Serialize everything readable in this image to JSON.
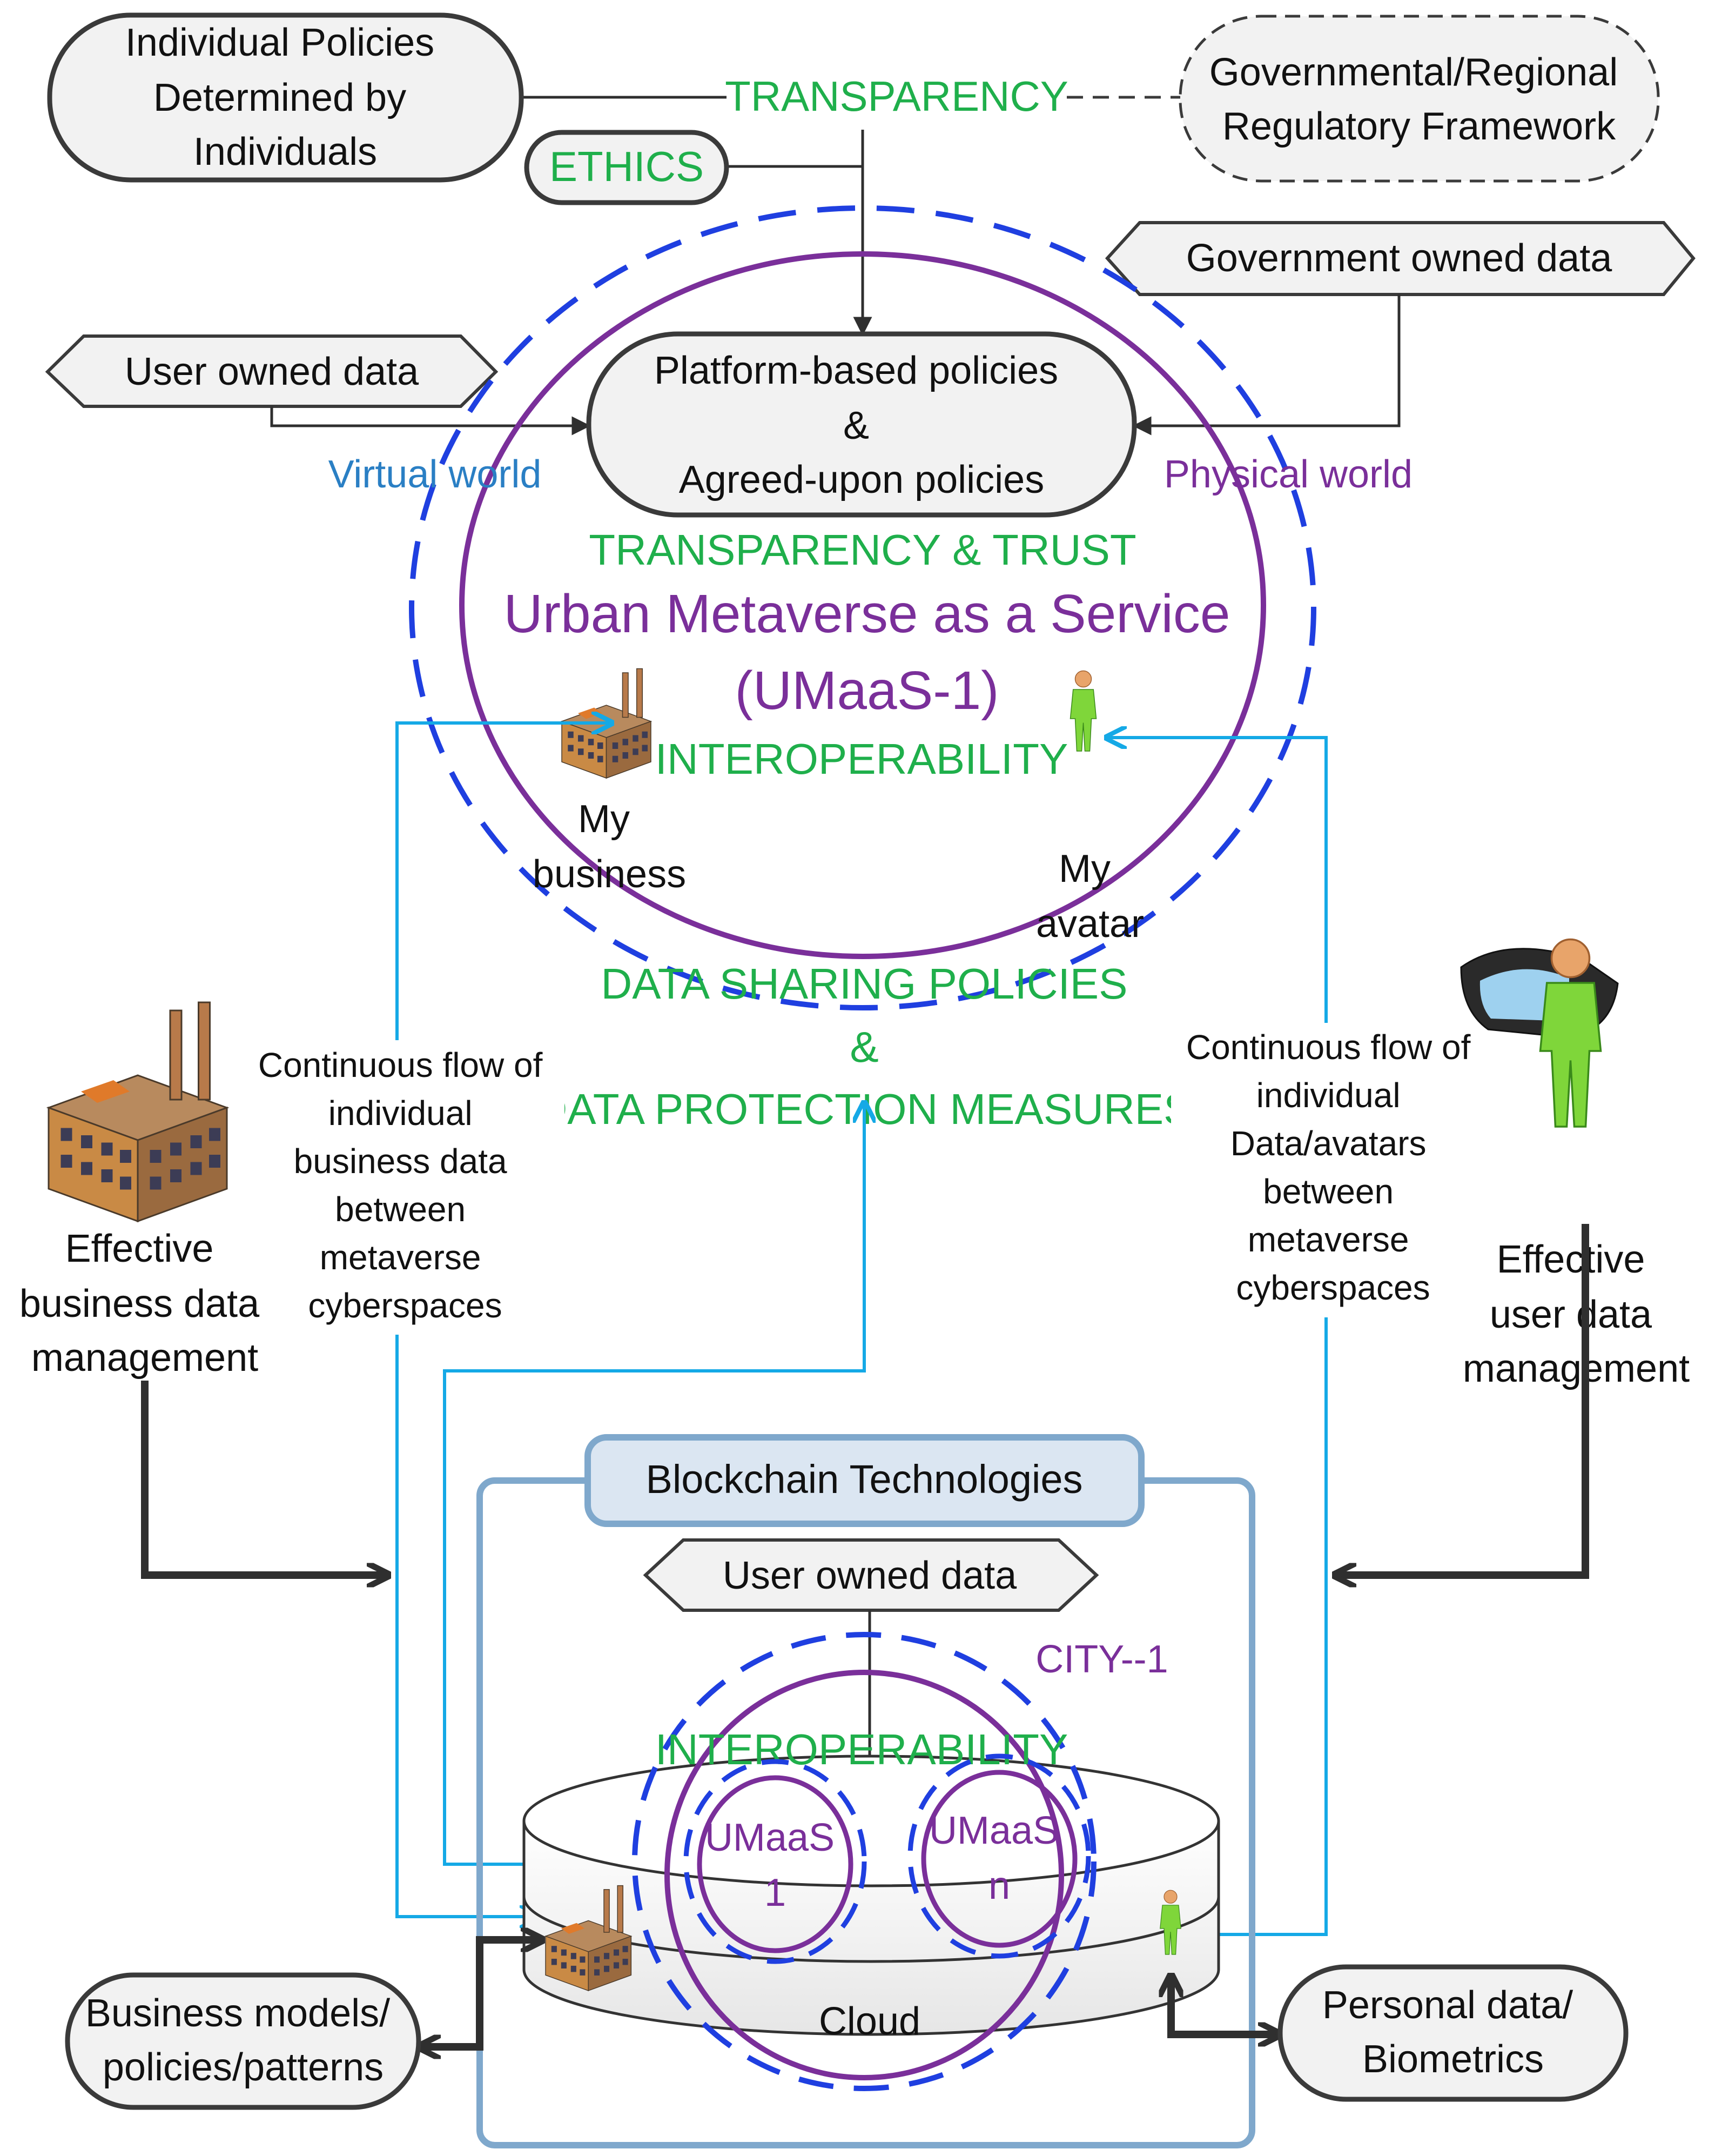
{
  "top": {
    "individual_policies": [
      "Individual Policies",
      "Determined by",
      "Individuals"
    ],
    "transparency": "TRANSPARENCY",
    "regulatory": [
      "Governmental/Regional",
      "Regulatory Framework"
    ],
    "ethics": "ETHICS",
    "government_data": "Government owned data",
    "user_data": "User owned data"
  },
  "center": {
    "platform_policies": [
      "Platform-based policies",
      "&",
      "Agreed-upon policies"
    ],
    "virtual_world": "Virtual world",
    "physical_world": "Physical world",
    "transparency_trust": "TRANSPARENCY & TRUST",
    "umaas_title": "Urban Metaverse as a Service",
    "umaas_id": "(UMaaS-1)",
    "interoperability": "INTEROPERABILITY",
    "my_business": [
      "My",
      "business"
    ],
    "my_avatar": [
      "My",
      "avatar"
    ],
    "data_sharing": "DATA SHARING POLICIES",
    "amp": "&",
    "data_protection": "DATA PROTECTION MEASURES"
  },
  "left": {
    "flow_label": [
      "Continuous flow of",
      "individual",
      "business data",
      "between",
      "metaverse",
      "cyberspaces"
    ],
    "effective_business": [
      "Effective",
      "business data",
      "management"
    ]
  },
  "right": {
    "flow_label": [
      "Continuous flow of",
      "individual",
      "Data/avatars",
      "between",
      "metaverse",
      "cyberspaces"
    ],
    "effective_user": [
      "Effective",
      "user data",
      "management"
    ]
  },
  "bottom": {
    "blockchain": "Blockchain Technologies",
    "user_data": "User owned data",
    "city": "CITY--1",
    "interoperability": "INTEROPERABILITY",
    "umaas1": [
      "UMaaS",
      "1"
    ],
    "umaasn": [
      "UMaaS",
      "n"
    ],
    "cloud": "Cloud",
    "business_models": [
      "Business models/",
      "policies/patterns"
    ],
    "personal_data": [
      "Personal data/",
      "Biometrics"
    ]
  },
  "colors": {
    "green": "#1faf4b",
    "purple": "#7a2f9a",
    "blue_dash": "#1f3fe0",
    "cyan": "#15a9e6",
    "steel": "#7fa8cc"
  }
}
